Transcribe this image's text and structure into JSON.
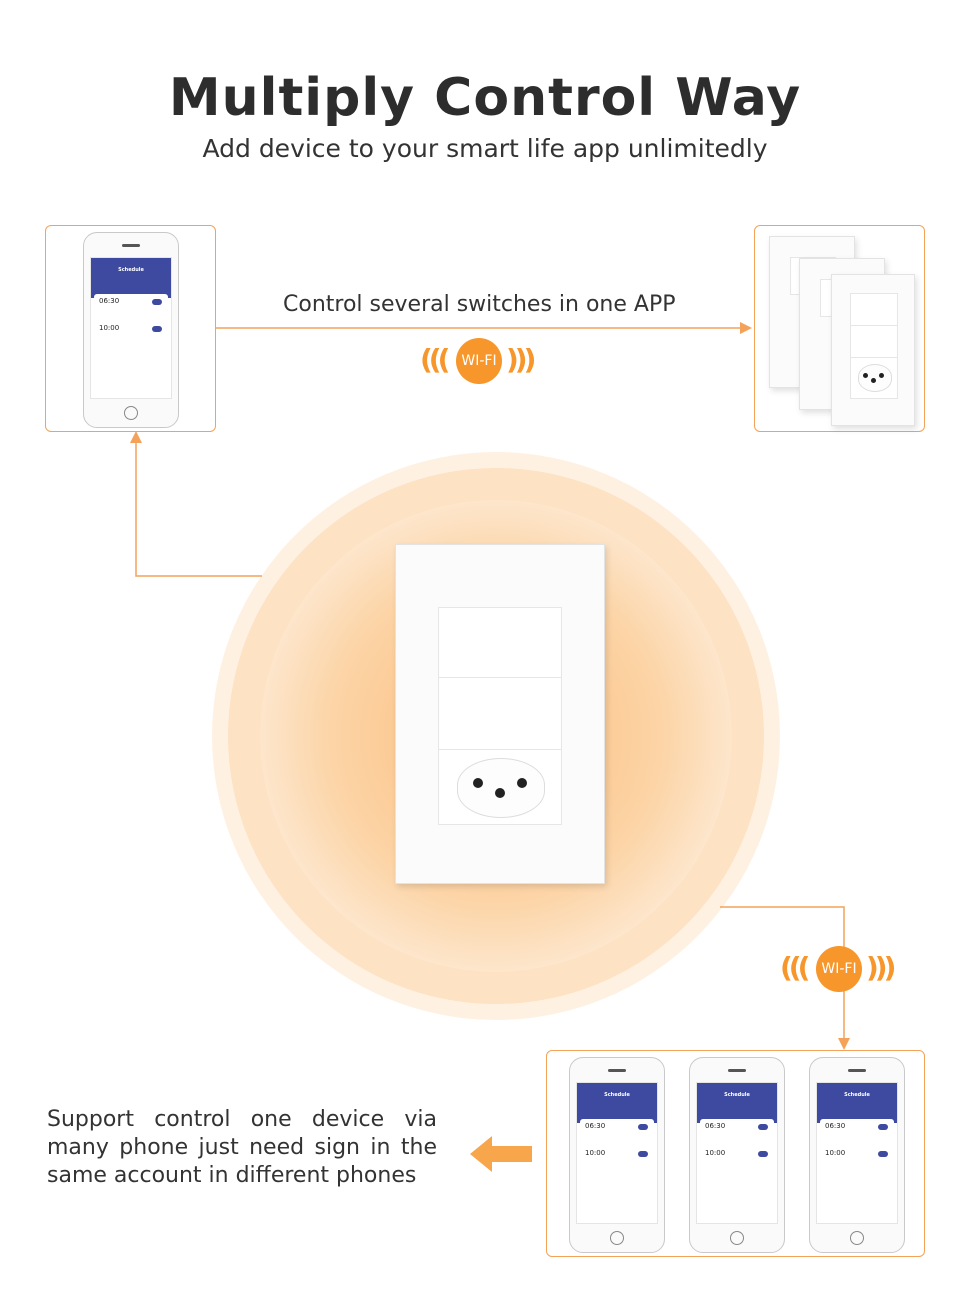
{
  "header": {
    "title": "Multiply Control Way",
    "subtitle": "Add device to your smart life app unlimitedly"
  },
  "top_caption": "Control several switches in one APP",
  "wifi_badge": {
    "label": "WI-FI",
    "color": "#f7962b"
  },
  "support_text": "Support control one device via many phone just need sign in the same account in different phones",
  "phone_app": {
    "screen_title": "Schedule",
    "schedules": [
      {
        "time": "06:30"
      },
      {
        "time": "10:00"
      }
    ]
  },
  "colors": {
    "accent": "#f4a259",
    "app_header": "#3d4aa0",
    "glow": "#fbbd7c"
  }
}
